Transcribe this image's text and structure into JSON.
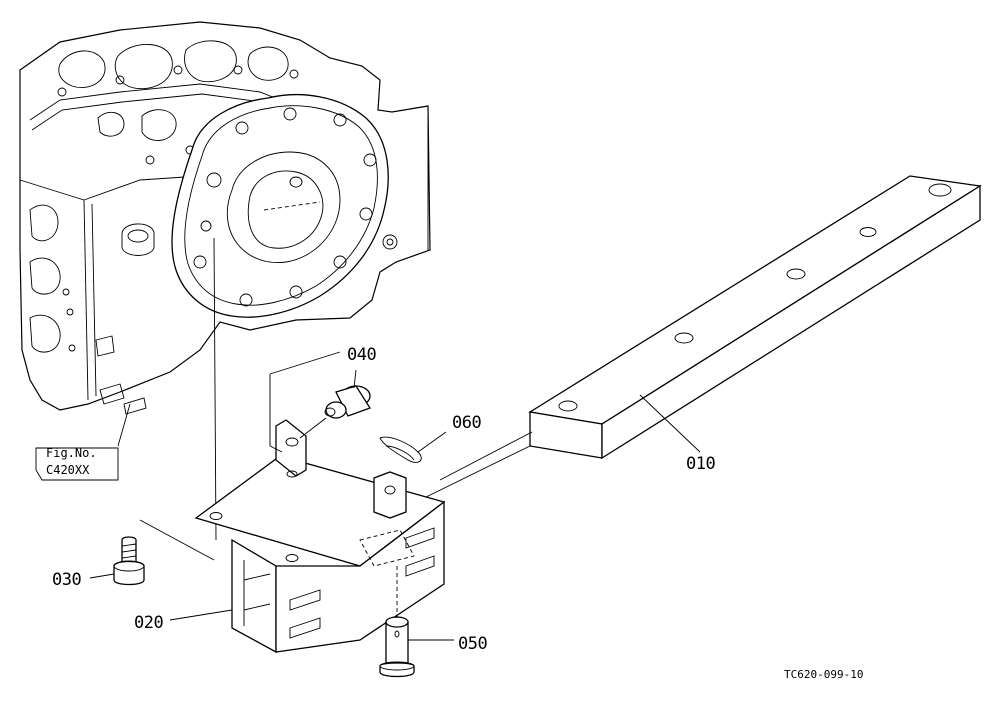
{
  "diagram": {
    "drawing_code": "TC620-099-10",
    "figure_reference": {
      "line1": "Fig.No.",
      "line2": "C420XX"
    },
    "parts": [
      {
        "id": "p010",
        "label": "010"
      },
      {
        "id": "p020",
        "label": "020"
      },
      {
        "id": "p030",
        "label": "030"
      },
      {
        "id": "p040",
        "label": "040"
      },
      {
        "id": "p050",
        "label": "050"
      },
      {
        "id": "p060",
        "label": "060"
      }
    ]
  }
}
